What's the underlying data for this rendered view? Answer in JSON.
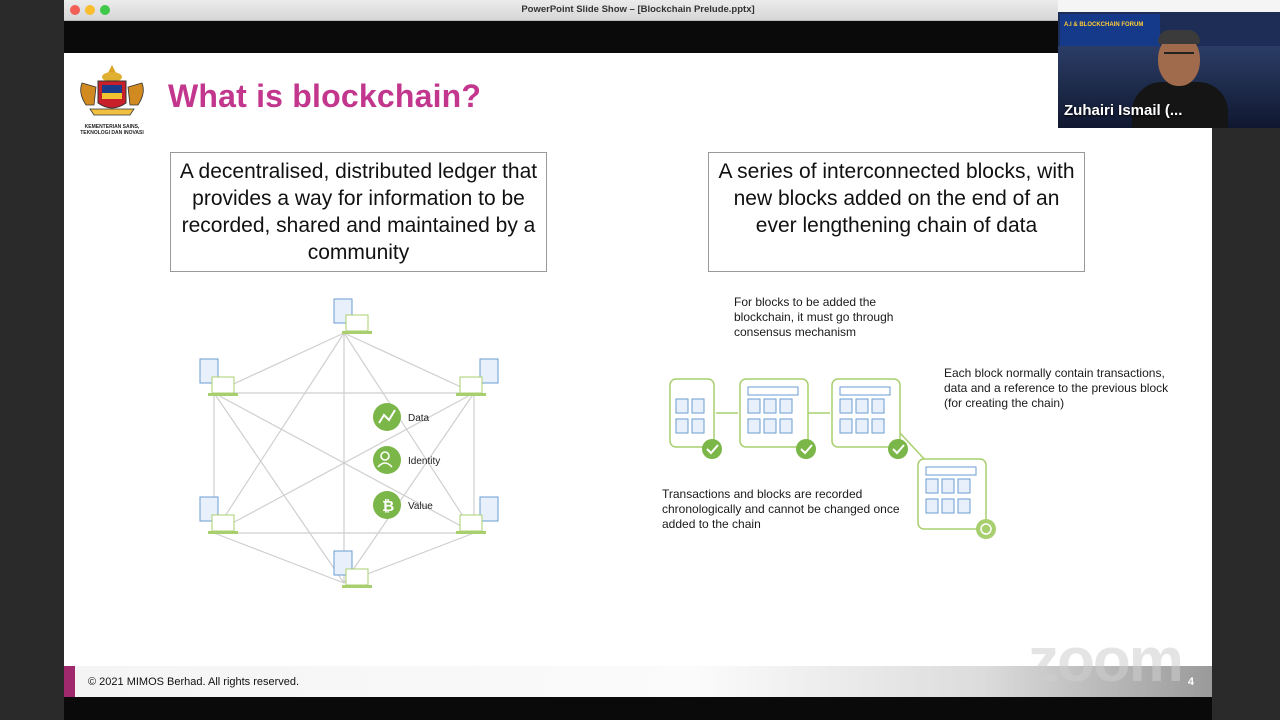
{
  "window": {
    "title": "PowerPoint Slide Show – [Blockchain Prelude.pptx]"
  },
  "slide": {
    "logo_caption": "KEMENTERIAN SAINS, TEKNOLOGI DAN INOVASI",
    "title": "What is blockchain?",
    "left_box": "A decentralised, distributed ledger that provides a way for information to be recorded, shared and maintained by a community",
    "right_box": "A series of interconnected blocks, with new blocks added on the end of an ever lengthening chain of data",
    "network_labels": {
      "data": "Data",
      "identity": "Identity",
      "value": "Value"
    },
    "note_consensus": "For blocks to be added the blockchain, it must go through consensus mechanism",
    "note_block_contents": "Each block normally contain transactions, data and a reference to the previous block (for creating the chain)",
    "note_chronological": "Transactions and blocks are recorded chronologically and cannot be changed once added to the chain",
    "footer": "© 2021 MIMOS Berhad. All rights reserved.",
    "page_number": "4"
  },
  "webcam": {
    "participant_name": "Zuhairi Ismail (...",
    "banner_text": "A.I & BLOCKCHAIN FORUM"
  },
  "watermark": "zoom",
  "colors": {
    "title": "#c2378d",
    "accent_green": "#7ab648",
    "footer_accent": "#a0296e"
  }
}
